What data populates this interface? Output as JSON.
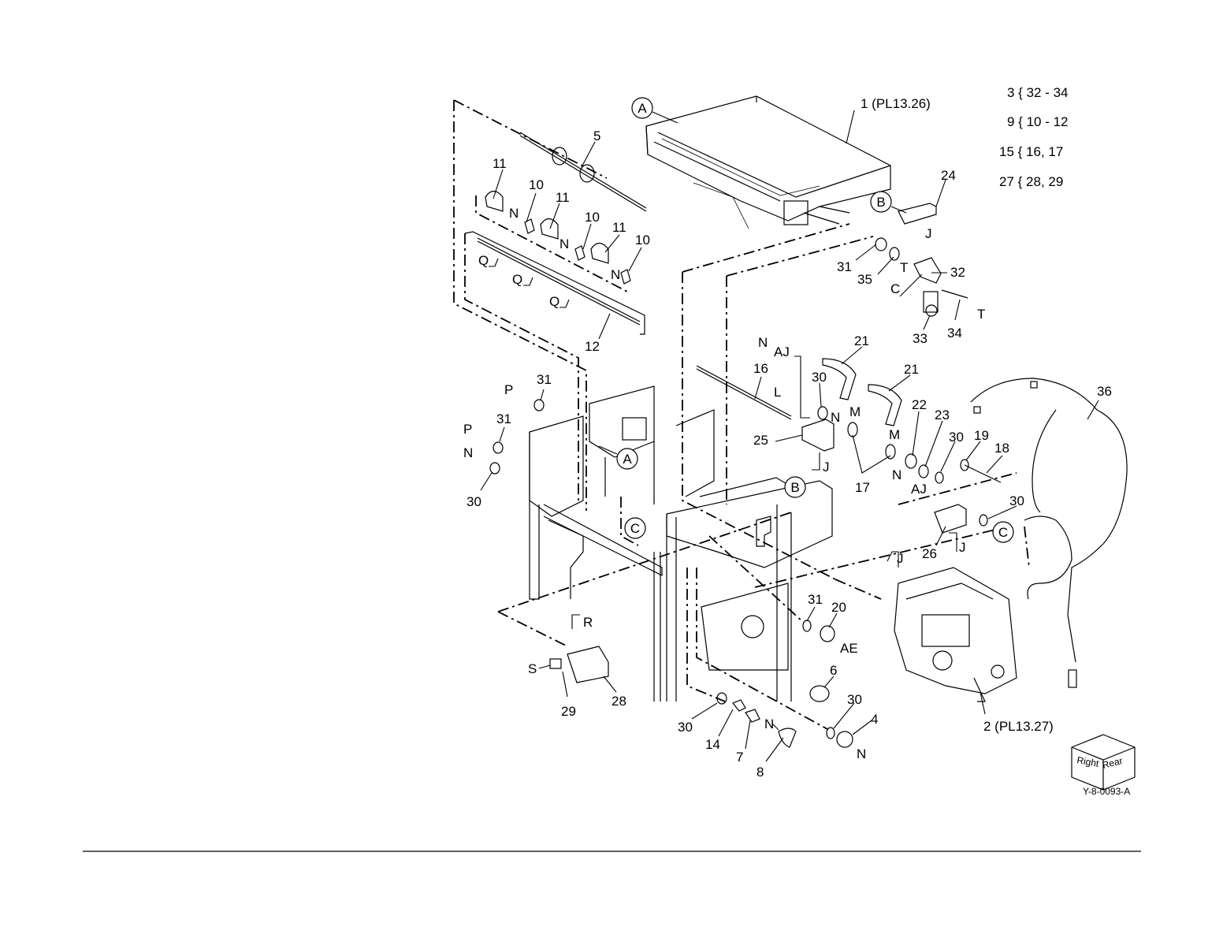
{
  "legend": [
    "3 { 32 - 34",
    "9 { 10 - 12",
    "15 { 16, 17",
    "27 { 28, 29"
  ],
  "callouts": {
    "c1": "1 (PL13.26)",
    "c2": "2 (PL13.27)",
    "c4": "4",
    "c5": "5",
    "c6": "6",
    "c7": "7",
    "c8": "8",
    "c10a": "10",
    "c10b": "10",
    "c10c": "10",
    "c11a": "11",
    "c11b": "11",
    "c11c": "11",
    "c12": "12",
    "c14": "14",
    "c16": "16",
    "c17": "17",
    "c18": "18",
    "c19": "19",
    "c20": "20",
    "c21a": "21",
    "c21b": "21",
    "c22": "22",
    "c23": "23",
    "c24": "24",
    "c25": "25",
    "c26": "26",
    "c28": "28",
    "c29": "29",
    "c30a": "30",
    "c30b": "30",
    "c30c": "30",
    "c30d": "30",
    "c30e": "30",
    "c30f": "30",
    "c31a": "31",
    "c31b": "31",
    "c31c": "31",
    "c31d": "31",
    "c32": "32",
    "c33": "33",
    "c34": "34",
    "c35": "35",
    "c36": "36"
  },
  "letters": {
    "N1": "N",
    "N2": "N",
    "N3": "N",
    "N4": "N",
    "N5": "N",
    "N6": "N",
    "N7": "N",
    "N8": "N",
    "Q1": "Q",
    "Q2": "Q",
    "Q3": "Q",
    "P1": "P",
    "P2": "P",
    "J1": "J",
    "J2": "J",
    "J3": "J",
    "J4": "J",
    "L": "L",
    "M1": "M",
    "M2": "M",
    "AJ1": "AJ",
    "AJ2": "AJ",
    "AE": "AE",
    "R": "R",
    "S": "S",
    "T1": "T",
    "T2": "T",
    "C1": "C"
  },
  "circled": {
    "A1": "A",
    "A2": "A",
    "B1": "B",
    "B2": "B",
    "C1": "C",
    "C2": "C"
  },
  "orientation_cube": {
    "right": "Right",
    "rear": "Rear"
  },
  "figure_id": "Y-8-0093-A"
}
